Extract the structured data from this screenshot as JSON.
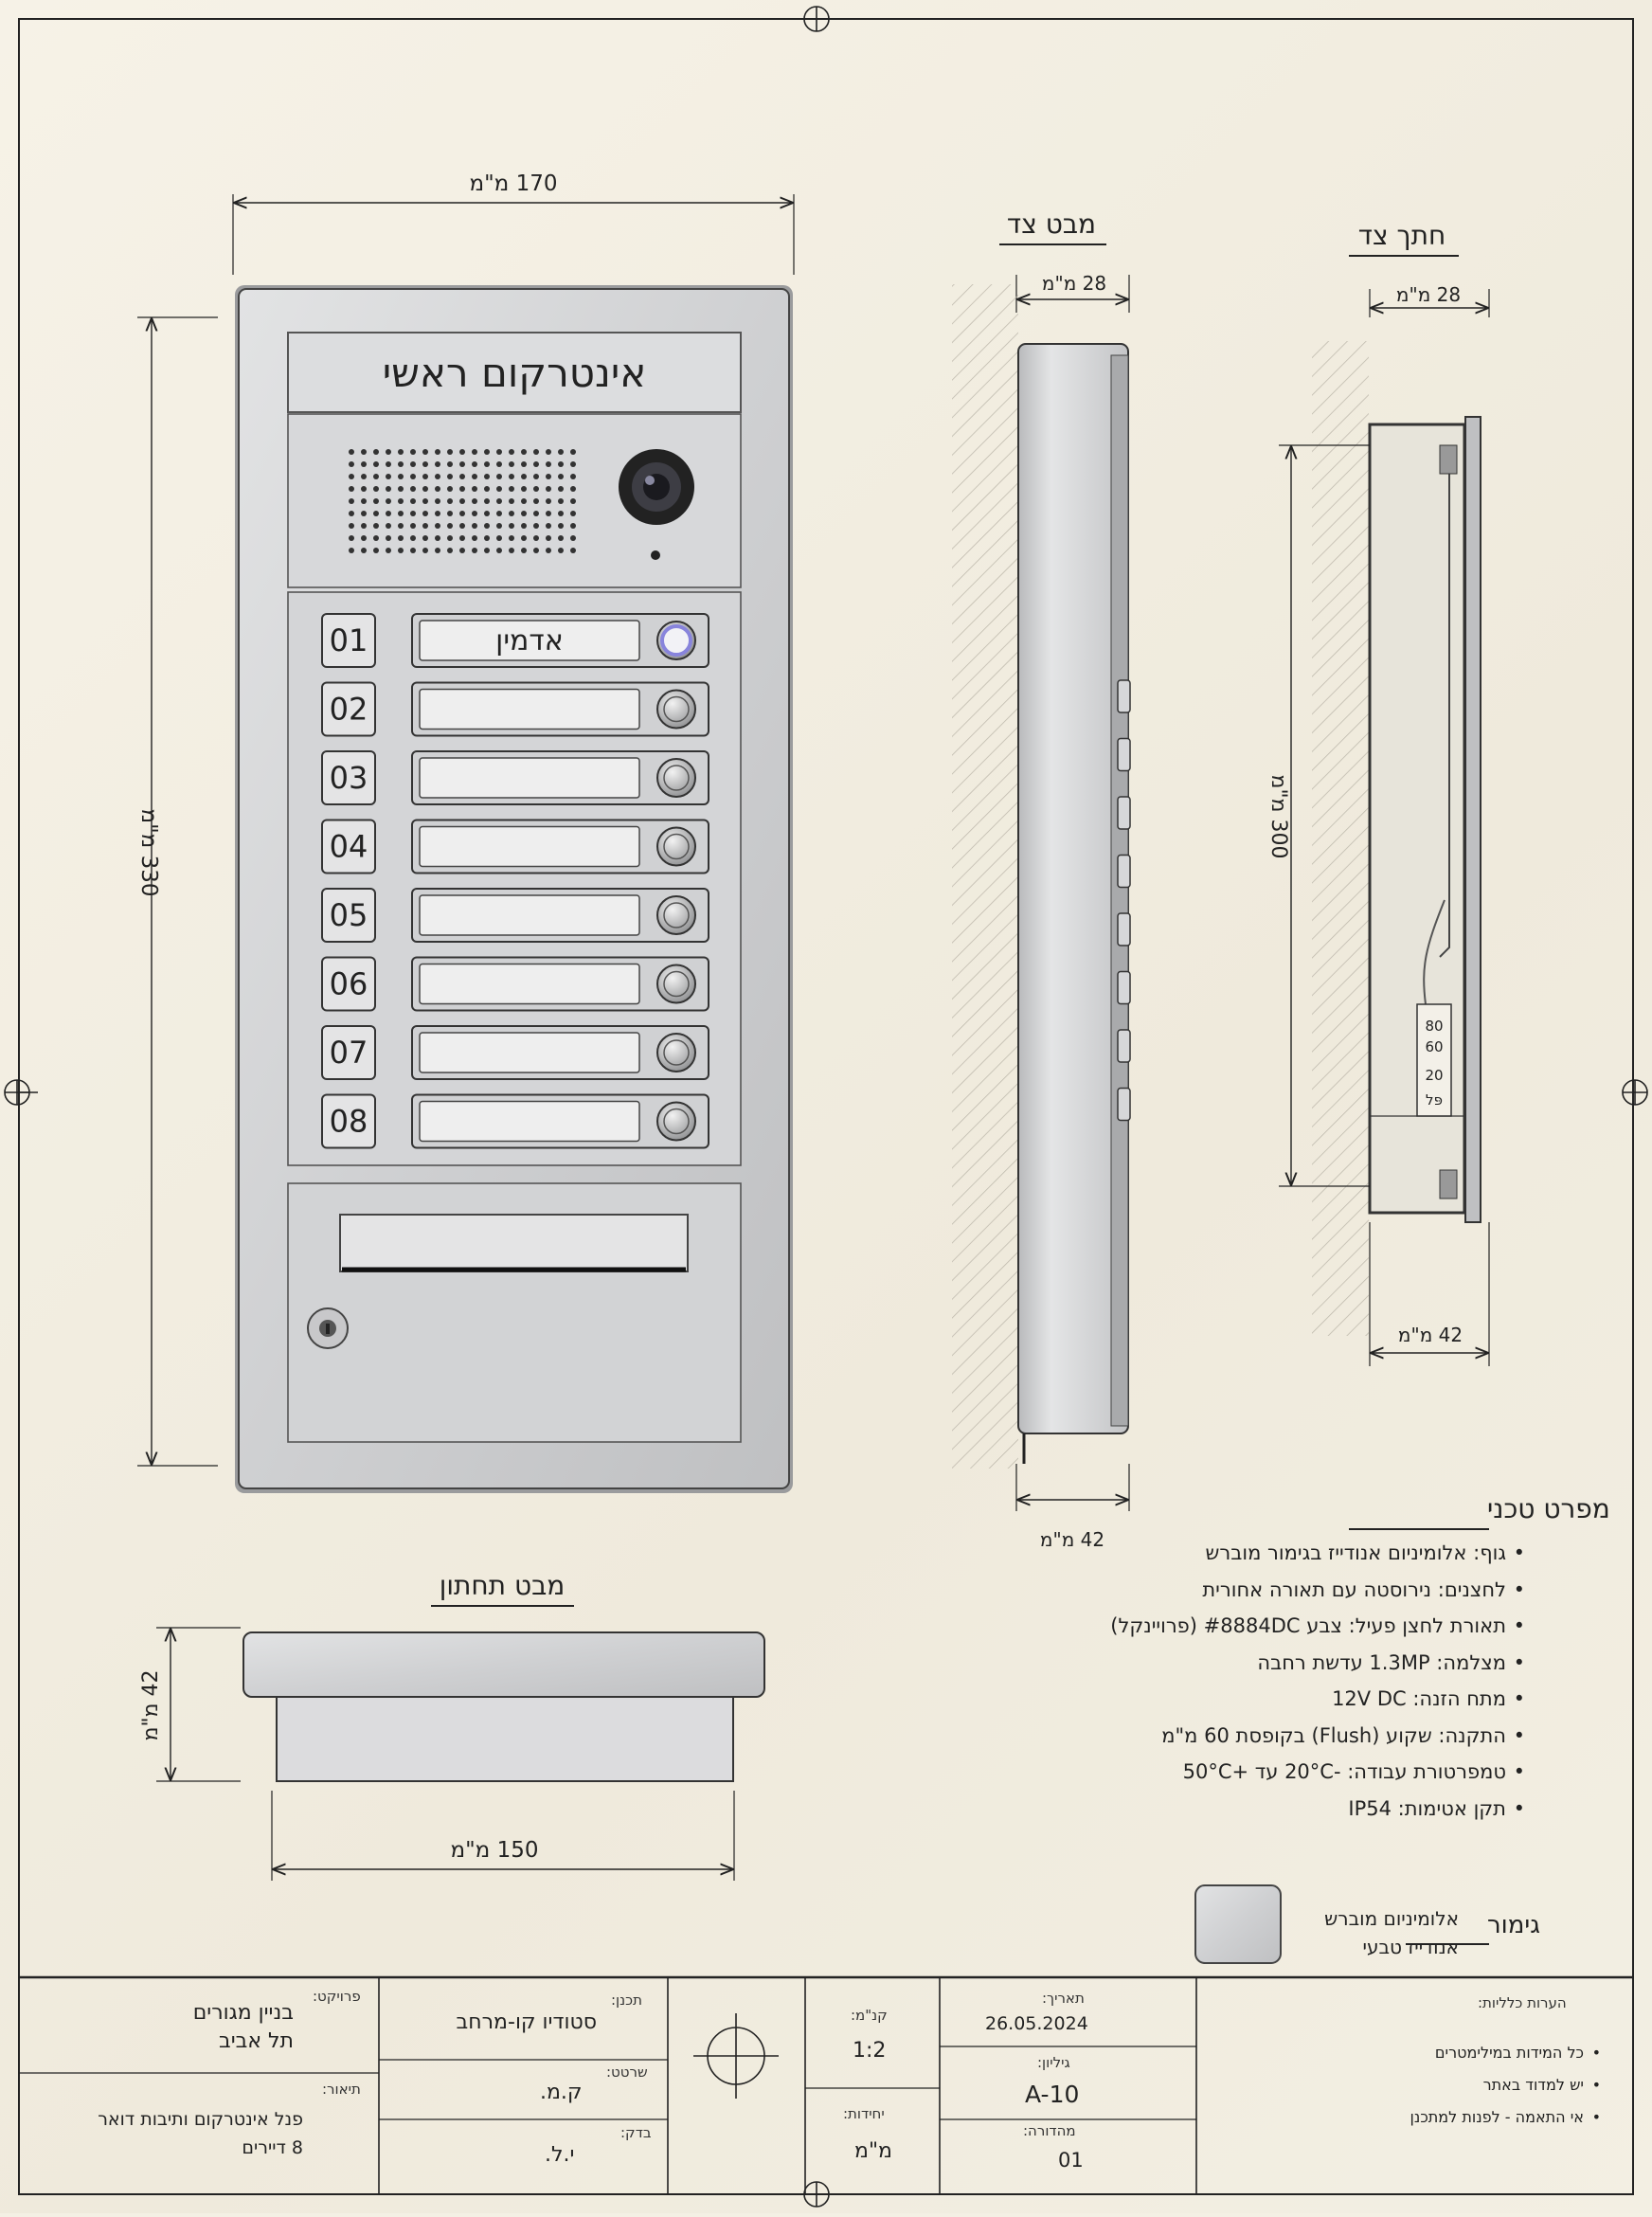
{
  "front": {
    "title": "אינטרקום ראשי",
    "width_dim": "170 מ\"מ",
    "height_dim": "330 מ\"מ",
    "buttons": [
      {
        "num": "01",
        "label": "אדמין",
        "active": true
      },
      {
        "num": "02",
        "label": "",
        "active": false
      },
      {
        "num": "03",
        "label": "",
        "active": false
      },
      {
        "num": "04",
        "label": "",
        "active": false
      },
      {
        "num": "05",
        "label": "",
        "active": false
      },
      {
        "num": "06",
        "label": "",
        "active": false
      },
      {
        "num": "07",
        "label": "",
        "active": false
      },
      {
        "num": "08",
        "label": "",
        "active": false
      }
    ]
  },
  "side_view": {
    "title": "מבט צד",
    "top_dim": "28 מ\"מ",
    "bottom_dim": "42 מ\"מ"
  },
  "section": {
    "title": "חתך צד",
    "top_dim": "28 מ\"מ",
    "height_dim": "300 מ\"מ",
    "bottom_dim": "42 מ\"מ",
    "box_marks": [
      "80",
      "60",
      "20",
      "פּל"
    ]
  },
  "bottom_view": {
    "title": "מבט תחתון",
    "height_dim": "42 מ\"מ",
    "width_dim": "150 מ\"מ"
  },
  "spec": {
    "title": "מפרט טכני",
    "items": [
      "גוף: אלומיניום אנודייז בגימור מוברש",
      "לחצנים: נירוסטה עם תאורה אחורית",
      "תאורת לחצן פעיל: צבע #8884DC (פרויינקל)",
      "מצלמה: 1.3MP עדשת רחבה",
      "מתח הזנה: 12V DC",
      "התקנה: שקוע (Flush) בקופסת 60 מ\"מ",
      "טמפרטורת עבודה: -20°C עד +50°C",
      "תקן אטימות: IP54"
    ]
  },
  "finish": {
    "title": "גימור",
    "lines": [
      "אלומיניום מוברש",
      "אנודייז טבעי"
    ]
  },
  "titleblock": {
    "project_label": "פרויקט:",
    "project": [
      "בניין מגורים",
      "תל אביב"
    ],
    "desc_label": "תיאור:",
    "desc": [
      "פנל אינטרקום ותיבות דואר",
      "8 דיירים"
    ],
    "designer_label": "תכנן:",
    "designer": "סטודיו קו-מרחב",
    "drawn_label": "שרטט:",
    "drawn": "ק.מ.",
    "checked_label": "בדק:",
    "checked": "י.ל.",
    "scale_label": "קנ\"מ:",
    "scale": "1:2",
    "units_label": "יחידות:",
    "units": "מ\"מ",
    "date_label": "תאריך:",
    "date": "26.05.2024",
    "sheet_label": "גיליון:",
    "sheet": "A-10",
    "rev_label": "מהדורה:",
    "rev": "01",
    "notes_label": "הערות כלליות:",
    "notes": [
      "כל המידות במילימטרים",
      "יש למדוד באתר",
      "אי התאמה - לפנות למתכנן"
    ]
  },
  "colors": {
    "active_ring": "#8884DC",
    "steel": "#d2d3d4",
    "line": "#222222"
  }
}
